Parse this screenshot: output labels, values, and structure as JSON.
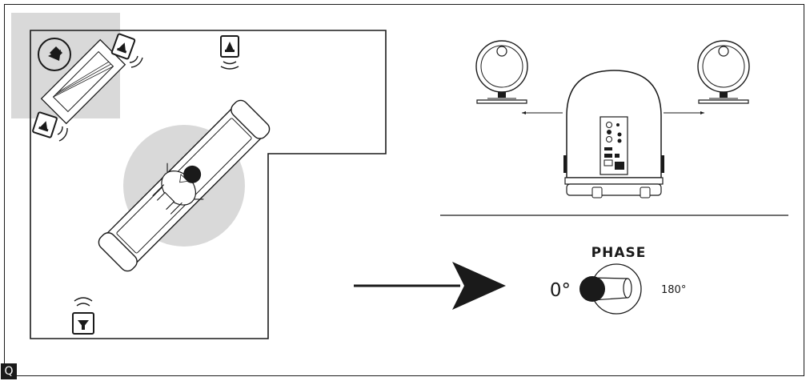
{
  "figure": {
    "corner_badge": "Q",
    "phase_title": "PHASE",
    "phase_left_value": "0°",
    "phase_right_value": "180°"
  },
  "colors": {
    "ink": "#1a1a1a",
    "gray_zone": "#d9d9d9",
    "white": "#ffffff"
  },
  "icons": [
    "speaker-icon",
    "sound-wave-icon",
    "subwoofer-icon",
    "sofa-icon",
    "coffee-table-icon",
    "listener-icon",
    "arrow-right-icon",
    "phase-knob-icon"
  ]
}
